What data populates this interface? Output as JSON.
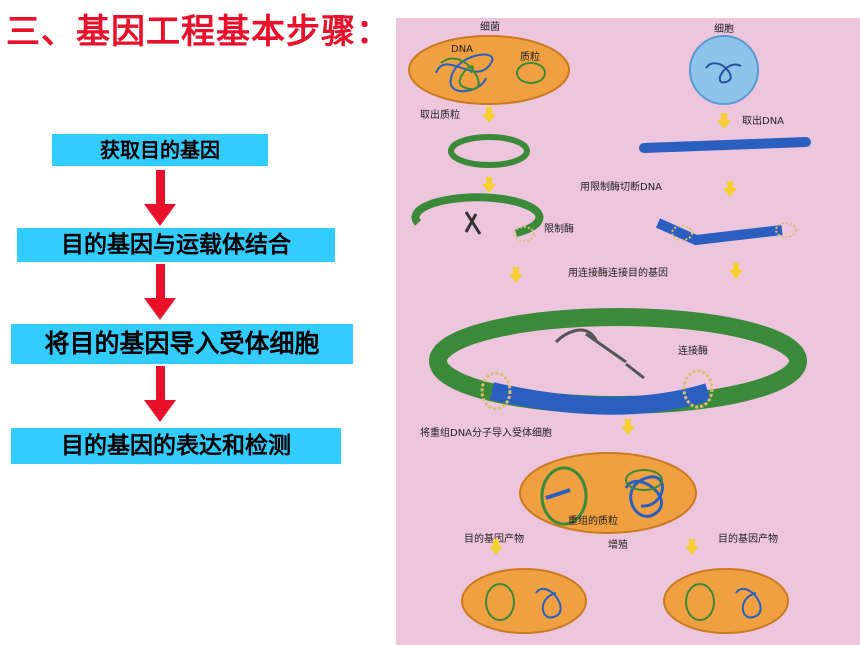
{
  "title": "三、基因工程基本步骤：",
  "steps": [
    "获取目的基因",
    "目的基因与运载体结合",
    "将目的基因导入受体细胞",
    "目的基因的表达和检测"
  ],
  "diagram": {
    "bacterium": "细菌",
    "dna": "DNA",
    "plasmid": "质粒",
    "cell": "细胞",
    "extract_plasmid": "取出质粒",
    "extract_dna": "取出DNA",
    "cut_step": "用限制酶切断DNA",
    "restriction_enzyme": "限制酶",
    "ligase_step": "用连接酶连接目的基因",
    "ligase": "连接酶",
    "transform_step": "将重组DNA分子导入受体细胞",
    "recombinant_plasmid": "重组的质粒",
    "product_left": "目的基因产物",
    "proliferate": "增殖",
    "product_right": "目的基因产物"
  },
  "colors": {
    "title": "#e8102a",
    "step_box": "#33ccff",
    "arrow": "#e8102a",
    "panel_bg": "#edc6dd",
    "plasmid": "#3a8a3a",
    "dna": "#2a5fbf",
    "cell_body": "#f0a040"
  }
}
